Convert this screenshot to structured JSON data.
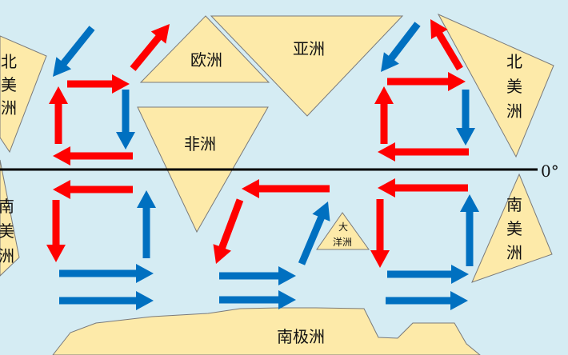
{
  "continents": {
    "north_america_left": [
      "北",
      "美",
      "洲"
    ],
    "south_america_left": [
      "南",
      "美",
      "洲"
    ],
    "europe": "欧洲",
    "asia": "亚洲",
    "africa": "非洲",
    "oceania": [
      "大",
      "洋洲"
    ],
    "north_america_right": [
      "北",
      "美",
      "洲"
    ],
    "south_america_right": [
      "南",
      "美",
      "洲"
    ],
    "antarctica": "南极洲"
  },
  "equator_label": "0°",
  "colors": {
    "warm_current": "#ff0000",
    "cold_current": "#0070c0",
    "land": "#fdeaa9",
    "ocean": "#d5ecf3"
  }
}
